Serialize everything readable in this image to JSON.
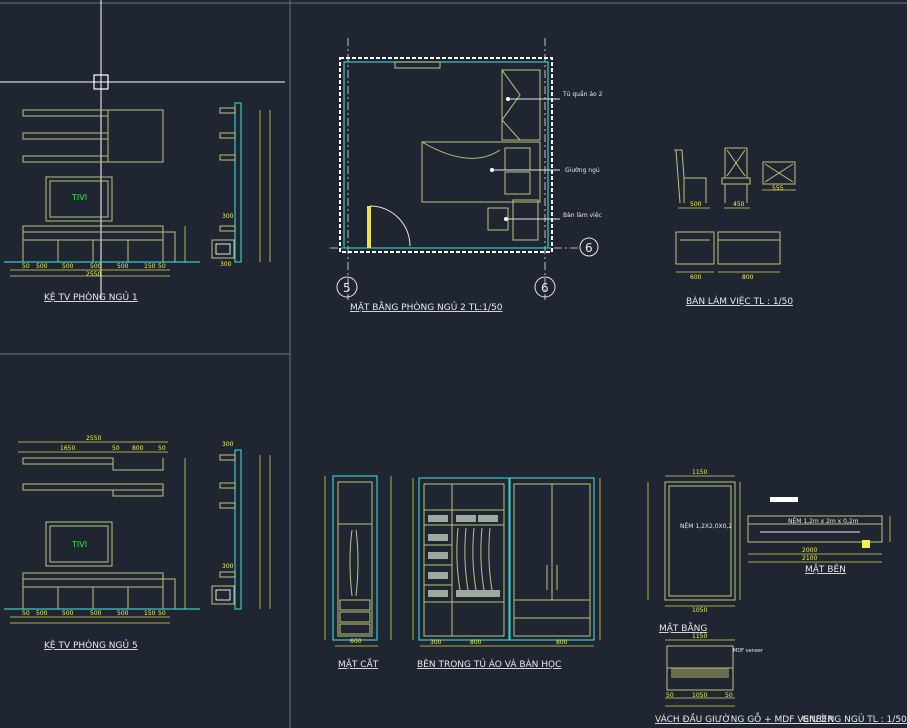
{
  "titles": {
    "tv1": "KỆ TV PHÒNG NGỦ 1",
    "plan": "MẶT BẰNG PHÒNG NGỦ 2 TL:1/50",
    "desk": "BÀN LÀM VIỆC TL : 1/50",
    "tv5": "KỆ TV PHÒNG NGỦ 5",
    "section": "MẶT CẮT",
    "wardrobe": "BÊN TRONG TỦ ÁO VÀ BÀN HỌC",
    "bed_plan": "MẶT BẰNG",
    "bed_side": "MẶT BÊN",
    "bed_head": "VÁCH ĐẦU GIƯỜNG GỖ + MDF VENEER",
    "bed": "GIƯỜNG NGỦ TL : 1/50"
  },
  "labels": {
    "tv": "TIVI",
    "wardrobe2": "Tủ quần áo 2",
    "bed": "Giường ngủ",
    "desk": "Bàn làm việc",
    "axis5": "5",
    "axis6": "6",
    "bed_mattress_plan": "NỆM 1,2X2,0X0,2",
    "bed_mattress_side": "NỆM 1,2m x 2m x 0,2m",
    "mdf": "MDF veneer"
  },
  "dims": {
    "tv1_bottom": [
      "50",
      "500",
      "500",
      "500",
      "500",
      "150",
      "50"
    ],
    "tv1_total": "2550",
    "tv1_side": "300",
    "tv1_side2": "300",
    "tv5_top": "2550",
    "tv5_top2": [
      "1650",
      "50",
      "800",
      "50"
    ],
    "tv5_bottom": [
      "50",
      "500",
      "500",
      "500",
      "500",
      "150",
      "50"
    ],
    "tv5_side": "300",
    "tv5_side2": "300",
    "desk_chair": [
      "500",
      "450",
      "555"
    ],
    "desk_table": [
      "600",
      "800"
    ],
    "section_w": "600",
    "wardrobe_w": [
      "300",
      "800",
      "800"
    ],
    "bed_top": "1150",
    "bed_w": "1050",
    "bed_side_total": "2100",
    "bed_side_inner": "2000",
    "bed_head_w": "1150",
    "bed_head_parts": [
      "50",
      "1050",
      "50"
    ]
  },
  "colors": {
    "background": "#1f2631",
    "line_green": "#b9c77a",
    "dim_yellow": "#f2ee55",
    "cyan": "#35c9c9",
    "white": "#e6e6e6",
    "tv_green": "#2ee84a"
  }
}
